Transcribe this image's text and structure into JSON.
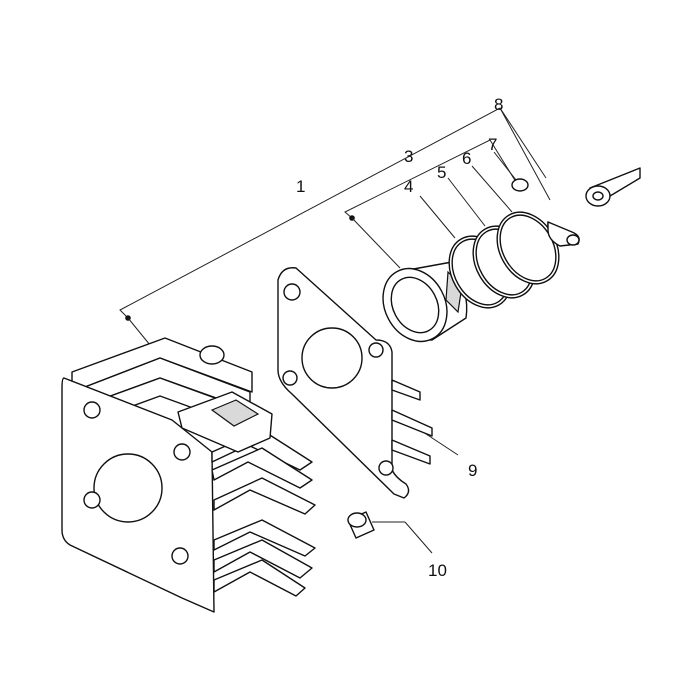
{
  "diagram": {
    "callouts": [
      {
        "id": "1",
        "label": "1"
      },
      {
        "id": "3",
        "label": "3"
      },
      {
        "id": "4",
        "label": "4"
      },
      {
        "id": "5",
        "label": "5"
      },
      {
        "id": "6",
        "label": "6"
      },
      {
        "id": "7",
        "label": "7"
      },
      {
        "id": "8",
        "label": "8"
      },
      {
        "id": "9",
        "label": "9"
      },
      {
        "id": "10",
        "label": "10"
      }
    ]
  }
}
